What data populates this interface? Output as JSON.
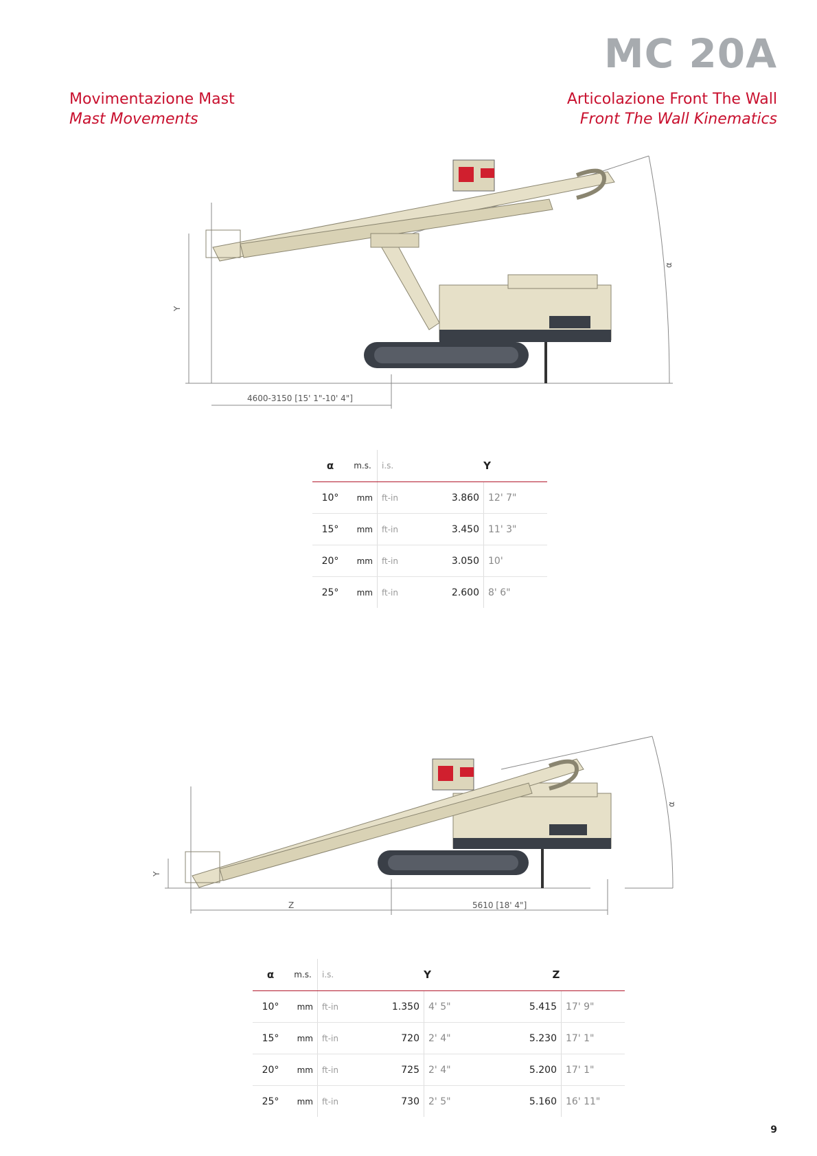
{
  "model": "MC 20A",
  "left_header": {
    "it": "Movimentazione Mast",
    "en": "Mast Movements"
  },
  "right_header": {
    "it": "Articolazione Front The Wall",
    "en": "Front The Wall Kinematics"
  },
  "diagram1": {
    "y_label": "Y",
    "alpha_label": "α",
    "dim_label": "4600-3150 [15' 1\"-10' 4\"]"
  },
  "diagram2": {
    "y_label": "Y",
    "z_label": "Z",
    "alpha_label": "α",
    "dim_label": "5610 [18' 4\"]"
  },
  "table1": {
    "headers": {
      "alpha": "α",
      "ms": "m.s.",
      "is": "i.s.",
      "y": "Y"
    },
    "rows": [
      {
        "angle": "10°",
        "ms": "mm",
        "is": "ft-in",
        "y_mm": "3.860",
        "y_ftin": "12' 7\""
      },
      {
        "angle": "15°",
        "ms": "mm",
        "is": "ft-in",
        "y_mm": "3.450",
        "y_ftin": "11' 3\""
      },
      {
        "angle": "20°",
        "ms": "mm",
        "is": "ft-in",
        "y_mm": "3.050",
        "y_ftin": "10'"
      },
      {
        "angle": "25°",
        "ms": "mm",
        "is": "ft-in",
        "y_mm": "2.600",
        "y_ftin": "8' 6\""
      }
    ]
  },
  "table2": {
    "headers": {
      "alpha": "α",
      "ms": "m.s.",
      "is": "i.s.",
      "y": "Y",
      "z": "Z"
    },
    "rows": [
      {
        "angle": "10°",
        "ms": "mm",
        "is": "ft-in",
        "y_mm": "1.350",
        "y_ftin": "4' 5\"",
        "z_mm": "5.415",
        "z_ftin": "17' 9\""
      },
      {
        "angle": "15°",
        "ms": "mm",
        "is": "ft-in",
        "y_mm": "720",
        "y_ftin": "2' 4\"",
        "z_mm": "5.230",
        "z_ftin": "17' 1\""
      },
      {
        "angle": "20°",
        "ms": "mm",
        "is": "ft-in",
        "y_mm": "725",
        "y_ftin": "2' 4\"",
        "z_mm": "5.200",
        "z_ftin": "17' 1\""
      },
      {
        "angle": "25°",
        "ms": "mm",
        "is": "ft-in",
        "y_mm": "730",
        "y_ftin": "2' 5\"",
        "z_mm": "5.160",
        "z_ftin": "16' 11\""
      }
    ]
  },
  "page_number": "9",
  "colors": {
    "accent": "#c8102e",
    "title_gray": "#a7abaf",
    "machine_body": "#e6e0c8",
    "track": "#3a3f47",
    "rotary_head": "#d01f2e"
  }
}
